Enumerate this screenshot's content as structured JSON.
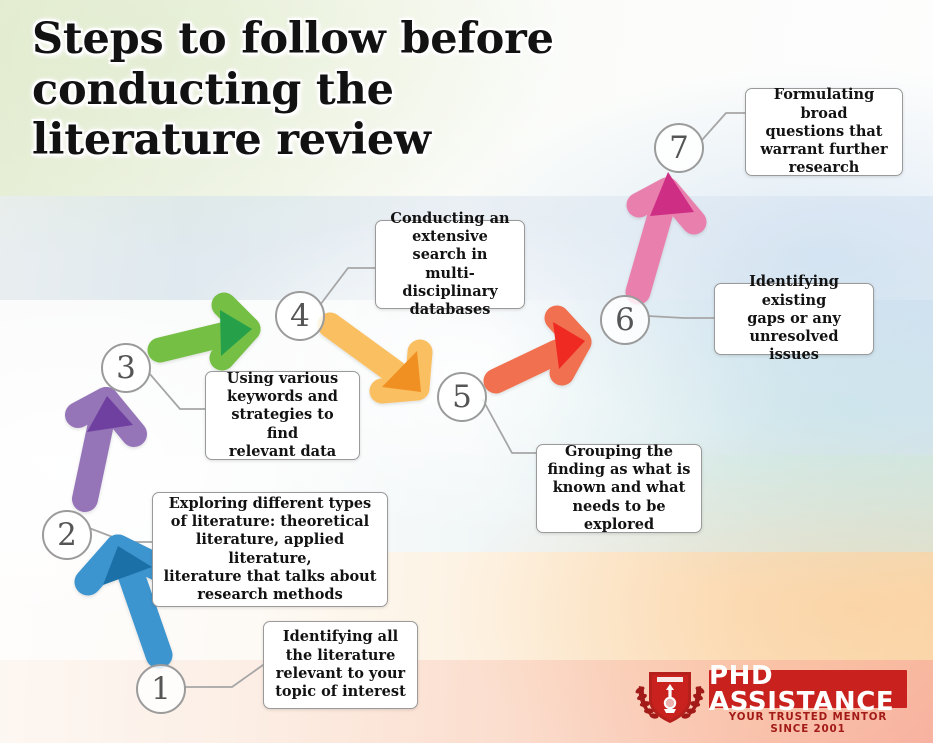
{
  "title": "Steps to follow before\nconducting the\nliterature review",
  "steps": [
    {
      "number": "1",
      "text": "Identifying all\nthe literature\nrelevant to your\ntopic of interest"
    },
    {
      "number": "2",
      "text": "Exploring different types\nof literature: theoretical\nliterature, applied literature,\nliterature that talks about\nresearch methods"
    },
    {
      "number": "3",
      "text": "Using various\nkeywords and\nstrategies to find\nrelevant data"
    },
    {
      "number": "4",
      "text": "Conducting an\nextensive search in\nmulti-disciplinary\ndatabases"
    },
    {
      "number": "5",
      "text": "Grouping the\nfinding as what is\nknown and what\nneeds to be explored"
    },
    {
      "number": "6",
      "text": "Identifying existing\ngaps or any\nunresolved issues"
    },
    {
      "number": "7",
      "text": "Formulating broad\nquestions that\nwarrant further\nresearch"
    }
  ],
  "arrows": [
    {
      "from": "1",
      "to": "2",
      "body_color": "#3d95cf",
      "head_color": "#1b6fa8"
    },
    {
      "from": "2",
      "to": "3",
      "body_color": "#9575b8",
      "head_color": "#6f3fa0"
    },
    {
      "from": "3",
      "to": "4",
      "body_color": "#74bf44",
      "head_color": "#25a14a"
    },
    {
      "from": "4",
      "to": "5",
      "body_color": "#fabf60",
      "head_color": "#f08f22"
    },
    {
      "from": "5",
      "to": "6",
      "body_color": "#f0704f",
      "head_color": "#ee2b22"
    },
    {
      "from": "6",
      "to": "7",
      "body_color": "#e87fac",
      "head_color": "#cf2e85"
    }
  ],
  "logo": {
    "name": "PHD ASSISTANCE",
    "tagline": "YOUR TRUSTED MENTOR SINCE 2001",
    "brand_color": "#c9211e",
    "tagline_color": "#a31b18"
  },
  "colors": {
    "box_border": "#9a9a9a",
    "circle_border": "#9b9b9b",
    "circle_text": "#555555",
    "connector": "#a6a6a6",
    "title_text": "#121212"
  }
}
